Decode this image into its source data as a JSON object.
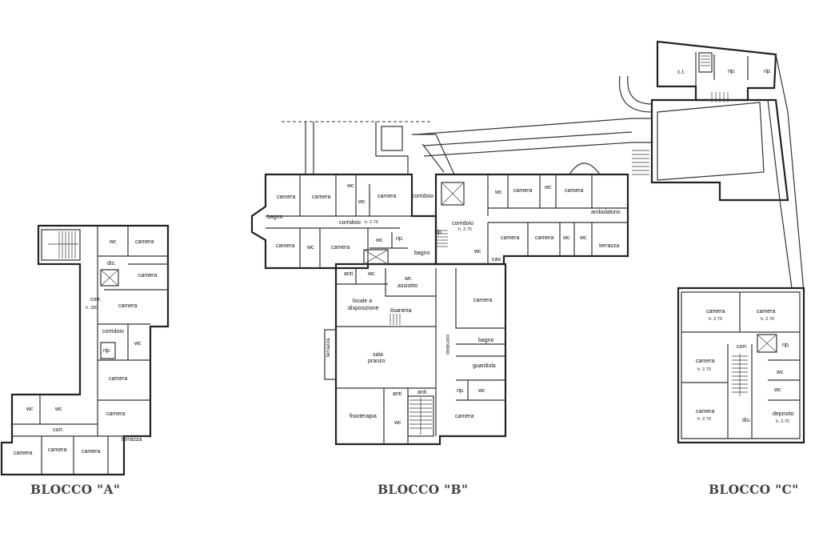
{
  "titles": {
    "block_a": "BLOCCO \"A\"",
    "block_b": "BLOCCO \"B\"",
    "block_c": "BLOCCO \"C\""
  },
  "block_a": {
    "wc_1": "wc",
    "camera_1": "camera",
    "dis": "dis.",
    "camera_2": "camera",
    "corr_1": "corr.",
    "corr_h": "h. 280",
    "camera_3": "camera",
    "corridoio": "corridoio",
    "wc_2": "wc",
    "rip": "rip.",
    "camera_4": "camera",
    "wc_3": "wc",
    "wc_4": "wc",
    "camera_5": "camera",
    "corr_2": "corr.",
    "terrazza": "terrazza",
    "camera_6": "camera",
    "camera_7": "camera",
    "camera_8": "camera"
  },
  "block_b": {
    "camera_1": "camera",
    "camera_2": "camera",
    "wc_1": "wc",
    "wc_2": "wc",
    "camera_3": "camera",
    "corridoio_1": "corridoio",
    "corridoio_2": "corridoio",
    "corridoio_2_h": "h. 2.75",
    "bagno_1": "bagno",
    "camera_4": "camera",
    "wc_3": "wc",
    "camera_5": "camera",
    "wc_4": "wc",
    "rip_1": "rip.",
    "bagno_2": "bagno",
    "rip_2": "rip.",
    "corridoio_3": "corridoio",
    "corridoio_3_h": "h. 2.75",
    "wc_5": "wc",
    "camera_6": "camera",
    "wc_6": "wc",
    "camera_7": "camera",
    "ambulatorio": "ambulatorio",
    "camera_8": "camera",
    "camera_9": "camera",
    "wc_7": "wc",
    "wc_8": "wc",
    "terrazza_1": "terrazza",
    "wc_9": "wc",
    "cav": "cav.",
    "anti_1": "anti",
    "wc_10": "wc",
    "wc_assistito_1": "wc",
    "wc_assistito_2": "assistito",
    "camera_10": "camera",
    "locale_1": "locale a",
    "locale_2": "disposizione",
    "tisaneria": "tisaneria",
    "terrazza_2": "terrazza",
    "sala_1": "sala",
    "sala_2": "pranzo",
    "corridoio_4": "corridoio",
    "bagno_3": "bagno",
    "guardiola": "guardiola",
    "anti_2": "anti",
    "anti_3": "anti",
    "rip_3": "rip.",
    "wc_11": "wc",
    "fisioterapia": "fisioterapia",
    "wc_12": "wc",
    "camera_11": "camera"
  },
  "block_c_upper": {
    "ct": "c.t.",
    "rip_1": "rip.",
    "rip_2": "rip."
  },
  "block_c": {
    "camera_1": "camera",
    "camera_1_h": "h. 2.70",
    "camera_2": "camera",
    "camera_2_h": "h. 2.70",
    "corr": "corr.",
    "rip": "rip.",
    "camera_3": "camera",
    "camera_3_h": "h. 2.70",
    "wc_1": "wc",
    "wc_2": "wc",
    "camera_4": "camera",
    "camera_4_h": "h. 2.70",
    "dis": "dis.",
    "deposito": "deposito",
    "deposito_h": "h. 2.70"
  }
}
